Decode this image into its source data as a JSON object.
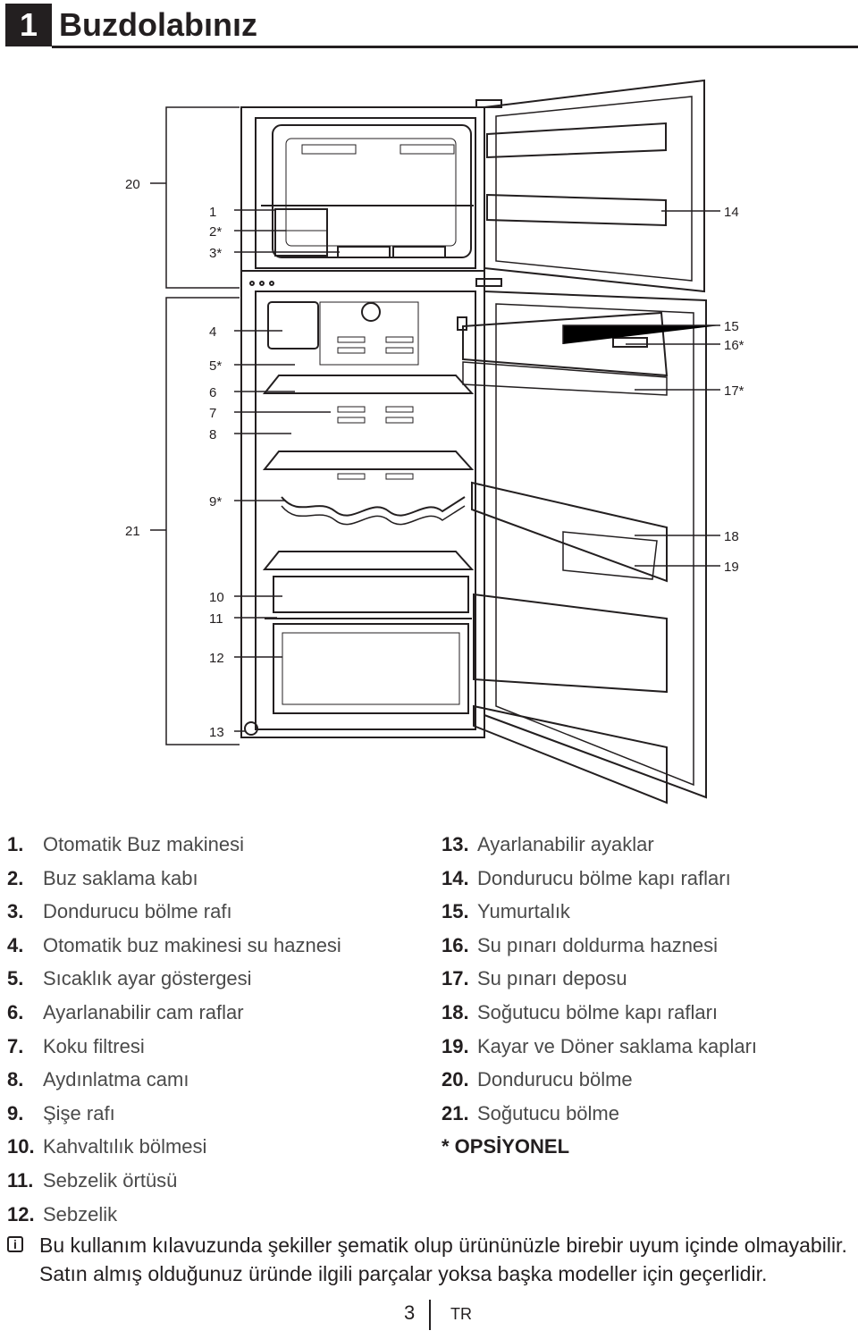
{
  "header": {
    "chapter_number": "1",
    "title": "Buzdolabınız"
  },
  "diagram": {
    "labels_left": [
      "20",
      "1",
      "2*",
      "3*",
      "4",
      "5*",
      "6",
      "7",
      "8",
      "9*",
      "21",
      "10",
      "11",
      "12",
      "13"
    ],
    "labels_right": [
      "14",
      "15",
      "16*",
      "17*",
      "18",
      "19"
    ]
  },
  "legend_left": [
    {
      "num": "1.",
      "text": "Otomatik Buz makinesi"
    },
    {
      "num": "2.",
      "text": "Buz saklama kabı"
    },
    {
      "num": "3.",
      "text": "Dondurucu bölme rafı"
    },
    {
      "num": "4.",
      "text": "Otomatik buz makinesi su haznesi"
    },
    {
      "num": "5.",
      "text": "Sıcaklık ayar göstergesi"
    },
    {
      "num": "6.",
      "text": "Ayarlanabilir cam raflar"
    },
    {
      "num": "7.",
      "text": "Koku filtresi"
    },
    {
      "num": "8.",
      "text": "Aydınlatma camı"
    },
    {
      "num": "9.",
      "text": "Şişe rafı"
    },
    {
      "num": "10.",
      "text": "Kahvaltılık bölmesi"
    },
    {
      "num": "11.",
      "text": "Sebzelik örtüsü"
    },
    {
      "num": "12.",
      "text": "Sebzelik"
    }
  ],
  "legend_right": [
    {
      "num": "13.",
      "text": "Ayarlanabilir ayaklar"
    },
    {
      "num": "14.",
      "text": "Dondurucu bölme kapı rafları"
    },
    {
      "num": "15.",
      "text": "Yumurtalık"
    },
    {
      "num": "16.",
      "text": "Su pınarı doldurma haznesi"
    },
    {
      "num": "17.",
      "text": "Su pınarı deposu"
    },
    {
      "num": "18.",
      "text": "Soğutucu bölme kapı rafları"
    },
    {
      "num": "19.",
      "text": "Kayar ve Döner saklama kapları"
    },
    {
      "num": "20.",
      "text": "Dondurucu bölme"
    },
    {
      "num": "21.",
      "text": "Soğutucu bölme"
    }
  ],
  "optional_note": "* OPSİYONEL",
  "note": {
    "icon": "info-icon",
    "text": "Bu kullanım kılavuzunda şekiller şematik olup ürününüzle birebir uyum içinde olmayabilir. Satın almış olduğunuz üründe ilgili parçalar yoksa başka modeller için geçerlidir."
  },
  "footer": {
    "page": "3",
    "lang": "TR"
  }
}
